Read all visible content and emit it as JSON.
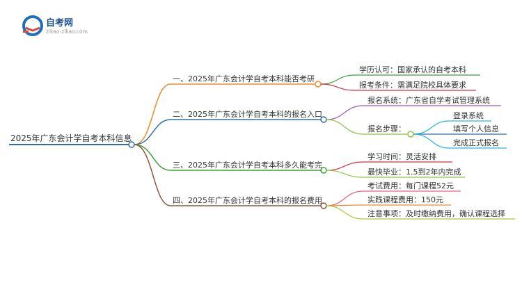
{
  "brand": {
    "name": "自考网",
    "url": "zikao-zikao.com",
    "colors": {
      "logo_blue": "#1c6fb8",
      "logo_red": "#d84a3a",
      "title_blue": "#1c4f8c"
    }
  },
  "mindmap": {
    "root": {
      "label": "2025年广东会计学自考本科信息",
      "color": "#2f6fb0"
    },
    "branches": [
      {
        "label": "一、2025年广东会计学自考本科能否考研",
        "color": "#f08a2c",
        "children": [
          {
            "label": "学历认可：国家承认的自考本科",
            "color": "#3aa23a"
          },
          {
            "label": "报考条件：需满足院校具体要求",
            "color": "#d8313f"
          }
        ]
      },
      {
        "label": "二、2025年广东会计学自考本科的报名入口",
        "color": "#2f6fb0",
        "children": [
          {
            "label": "报名系统：广东省自学考试管理系统",
            "color": "#9b59b6"
          },
          {
            "label": "报名步骤：",
            "color": "#8cc63f",
            "children": [
              {
                "label": "登录系统",
                "color": "#29b6d8"
              },
              {
                "label": "填写个人信息",
                "color": "#2f6fb0"
              },
              {
                "label": "完成正式报名",
                "color": "#29b6d8"
              }
            ]
          }
        ]
      },
      {
        "label": "三、2025年广东会计学自考本科多久能考完",
        "color": "#3aa23a",
        "children": [
          {
            "label": "学习时间：灵活安排",
            "color": "#d8313f"
          },
          {
            "label": "最快毕业：1.5到2年内完成",
            "color": "#8cc63f"
          }
        ]
      },
      {
        "label": "四、2025年广东会计学自考本科的报名费用",
        "color": "#8b5a3c",
        "children": [
          {
            "label": "考试费用：每门课程52元",
            "color": "#e9607a"
          },
          {
            "label": "实践课程费用：150元",
            "color": "#f08a2c"
          },
          {
            "label": "注意事项：及时缴纳费用，确认课程选择",
            "color": "#b8c43a"
          }
        ]
      }
    ]
  }
}
